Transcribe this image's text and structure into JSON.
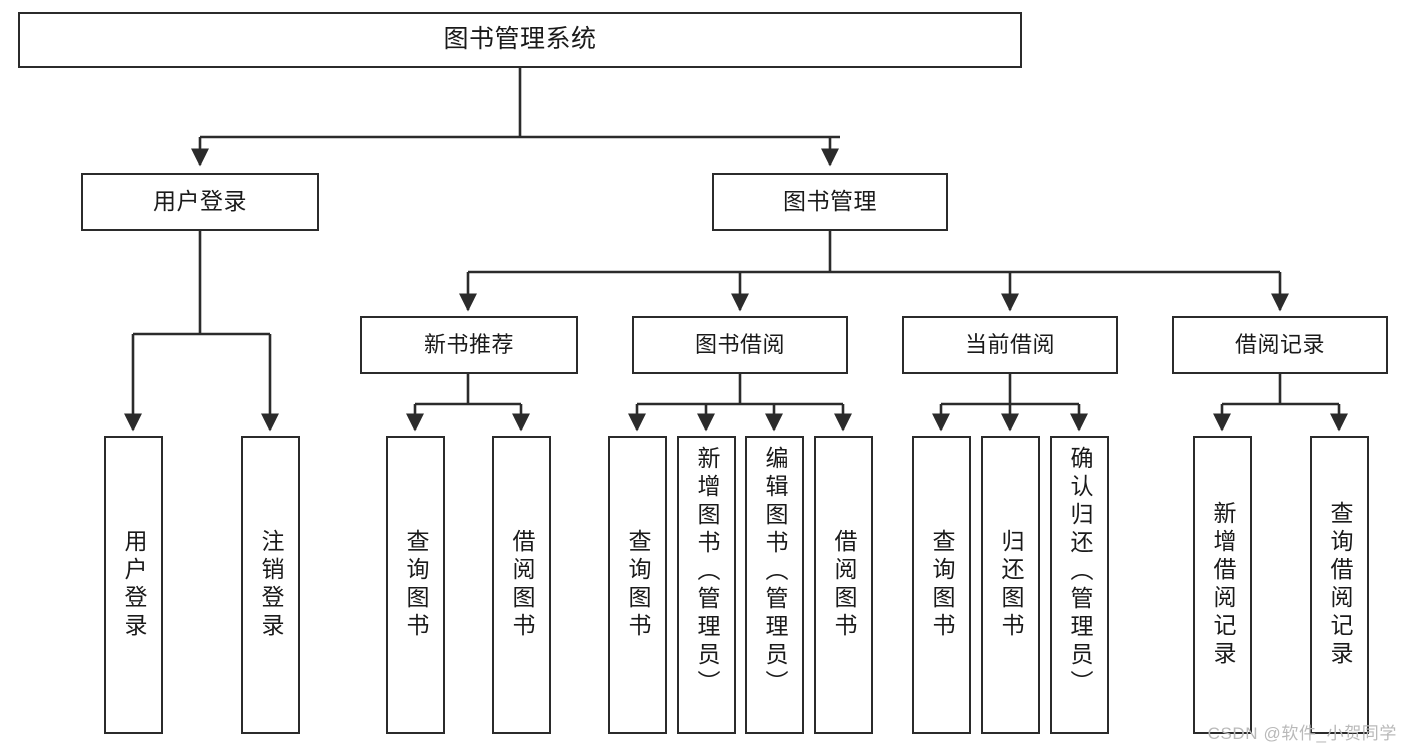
{
  "diagram": {
    "title": "图书管理系统",
    "type": "tree-hierarchy",
    "stroke_color": "#2b2b2b",
    "fill_color": "#ffffff",
    "background_color": "#ffffff"
  },
  "root": {
    "label": "图书管理系统"
  },
  "level2": [
    {
      "label": "用户登录"
    },
    {
      "label": "图书管理"
    }
  ],
  "level3": [
    {
      "label": "新书推荐"
    },
    {
      "label": "图书借阅"
    },
    {
      "label": "当前借阅"
    },
    {
      "label": "借阅记录"
    }
  ],
  "leaves": {
    "user_login": [
      {
        "label": "用户登录"
      },
      {
        "label": "注销登录"
      }
    ],
    "new_book_recommend": [
      {
        "label": "查询图书"
      },
      {
        "label": "借阅图书"
      }
    ],
    "book_borrow": [
      {
        "label": "查询图书"
      },
      {
        "label": "新增图书（管理员）"
      },
      {
        "label": "编辑图书（管理员）"
      },
      {
        "label": "借阅图书"
      }
    ],
    "current_borrow": [
      {
        "label": "查询图书"
      },
      {
        "label": "归还图书"
      },
      {
        "label": "确认归还（管理员）"
      }
    ],
    "borrow_record": [
      {
        "label": "新增借阅记录"
      },
      {
        "label": "查询借阅记录"
      }
    ]
  },
  "watermark": {
    "text": "CSDN @软件_小贺同学"
  }
}
